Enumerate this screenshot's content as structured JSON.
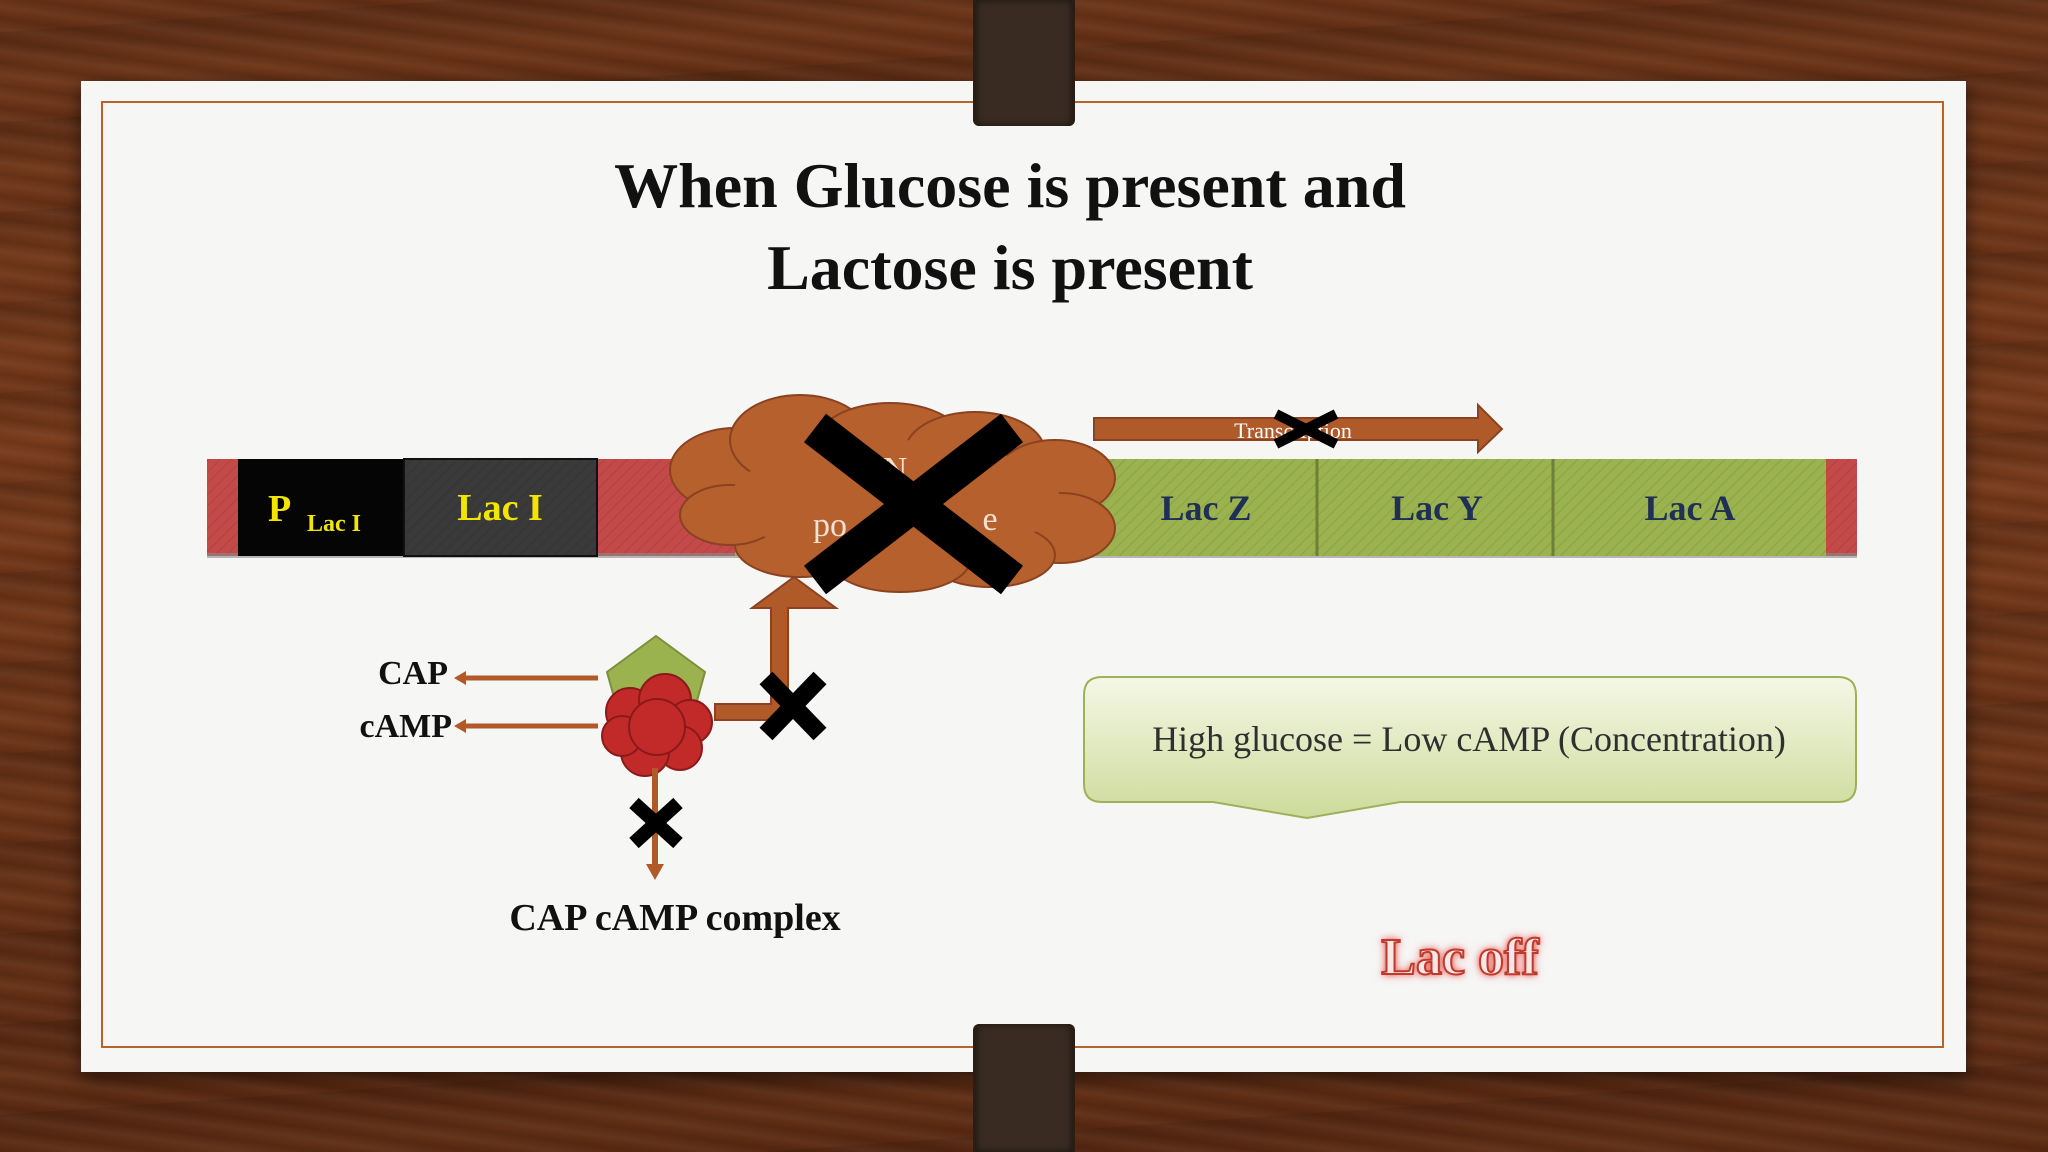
{
  "slide": {
    "title_line1": "When Glucose is present and",
    "title_line2": "Lactose is present"
  },
  "gene_bar": {
    "promoter": "P",
    "promoter_sub": "Lac I",
    "lac_i": "Lac I",
    "lac_z": "Lac Z",
    "lac_y": "Lac Y",
    "lac_a": "Lac A",
    "rna_pol_partial_top": "N",
    "rna_pol_partial_left": "po",
    "rna_pol_partial_right": "e"
  },
  "transcription": {
    "label": "Transcription"
  },
  "labels": {
    "cap": "CAP",
    "camp": "cAMP",
    "complex": "CAP cAMP complex"
  },
  "note": "High glucose = Low cAMP (Concentration)",
  "status": "Lac off",
  "colors": {
    "red_dna": "#c44a4a",
    "green_gene": "#9bb34e",
    "arrow_brown": "#b05a2a",
    "cloud_brown": "#b5602d",
    "promoter_text": "#f2e600",
    "gene_text": "#1f2f55"
  }
}
